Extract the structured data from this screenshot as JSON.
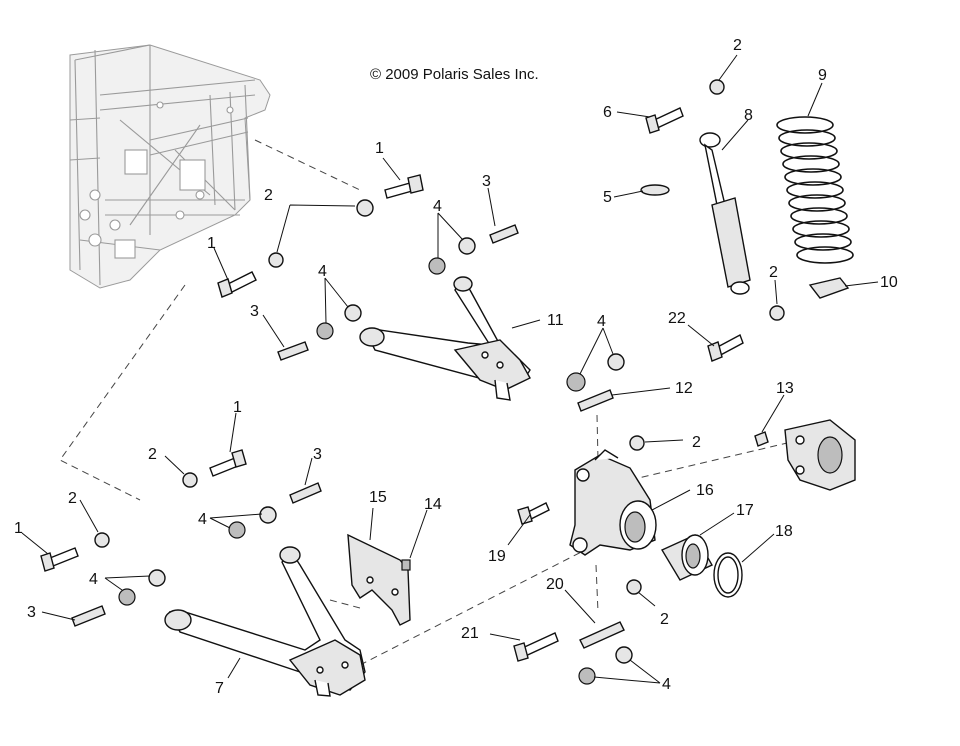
{
  "copyright": "© 2009 Polaris Sales Inc.",
  "callouts": {
    "c1a": "1",
    "c1b": "1",
    "c1c": "1",
    "c1d": "1",
    "c2a": "2",
    "c2b": "2",
    "c2c": "2",
    "c2d": "2",
    "c2e": "2",
    "c2f": "2",
    "c2g": "2",
    "c3a": "3",
    "c3b": "3",
    "c3c": "3",
    "c3d": "3",
    "c4a": "4",
    "c4b": "4",
    "c4c": "4",
    "c4d": "4",
    "c4e": "4",
    "c4f": "4",
    "c5": "5",
    "c6": "6",
    "c7": "7",
    "c8": "8",
    "c9": "9",
    "c10": "10",
    "c11": "11",
    "c12": "12",
    "c13": "13",
    "c14": "14",
    "c15": "15",
    "c16": "16",
    "c17": "17",
    "c18": "18",
    "c19": "19",
    "c20": "20",
    "c21": "21",
    "c22": "22"
  }
}
